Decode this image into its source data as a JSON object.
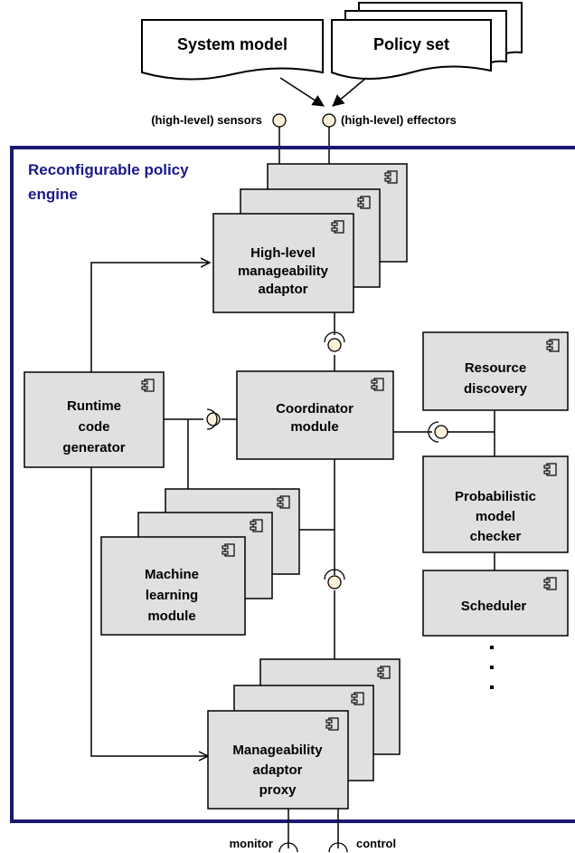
{
  "documents": {
    "system_model": "System model",
    "policy_set": "Policy set"
  },
  "interfaces": {
    "sensors": "(high-level) sensors",
    "effectors": "(high-level) effectors",
    "monitor": "monitor",
    "control": "control"
  },
  "engine": {
    "title_line1": "Reconfigurable policy",
    "title_line2": "engine"
  },
  "components": {
    "high_level_adaptor": [
      "High-level",
      "manageability",
      "adaptor"
    ],
    "coordinator": [
      "Coordinator",
      "module"
    ],
    "runtime_generator": [
      "Runtime",
      "code",
      "generator"
    ],
    "machine_learning": [
      "Machine",
      "learning",
      "module"
    ],
    "resource_discovery": [
      "Resource",
      "discovery"
    ],
    "model_checker": [
      "Probabilistic",
      "model",
      "checker"
    ],
    "scheduler": [
      "Scheduler"
    ],
    "adaptor_proxy": [
      "Manageability",
      "adaptor",
      "proxy"
    ]
  },
  "colors": {
    "component_fill": "#e0e0e0",
    "frame_border": "#1a1a6e",
    "title_text": "#1a1a8c",
    "interface_ball": "#fdf0da"
  },
  "icons": {
    "component": "uml-component-icon",
    "ellipsis": "vertical-ellipsis"
  }
}
